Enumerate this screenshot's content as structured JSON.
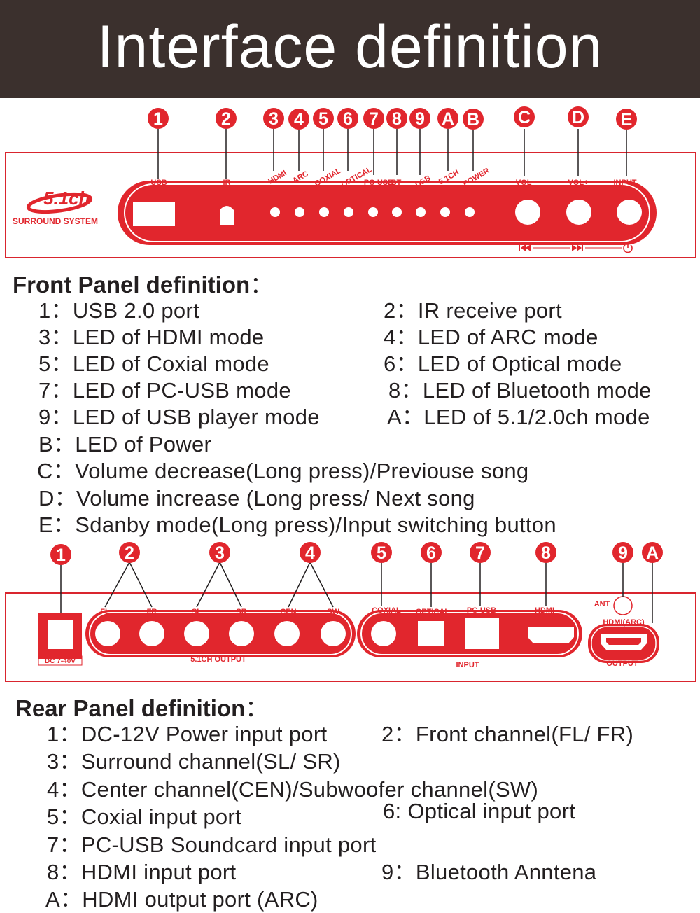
{
  "header": {
    "title": "Interface definition"
  },
  "colors": {
    "red": "#e1262d",
    "dark": "#3b302d",
    "outline": "#d9252e"
  },
  "front": {
    "logo": {
      "mark": "5.1ch",
      "text": "SURROUND SYSTEM"
    },
    "markers": [
      "1",
      "2",
      "3",
      "4",
      "5",
      "6",
      "7",
      "8",
      "9",
      "A",
      "B",
      "C",
      "D",
      "E"
    ],
    "labels": {
      "usb": "USB",
      "ir": "IR",
      "hdmi": "HDMI",
      "arc": "ARC",
      "coxial": "COXIAL",
      "optical": "OPTICAL",
      "pcusb": "PC-USB",
      "bt": "BT",
      "usb2": "USB",
      "ch51": "5.1CH",
      "power": "POWER",
      "vol_minus": "VOL-",
      "vol_plus": "VOL+",
      "input": "INPUT"
    },
    "icons": [
      "prev-icon",
      "next-icon",
      "power-icon"
    ],
    "section_title": "Front Panel definition",
    "section_colon": "：",
    "definitions": [
      {
        "key": "1",
        "sep": "：",
        "text": "USB 2.0 port"
      },
      {
        "key": "2",
        "sep": "：",
        "text": "IR receive port"
      },
      {
        "key": "3",
        "sep": "：",
        "text": "LED of HDMI mode"
      },
      {
        "key": "4",
        "sep": "：",
        "text": "LED of ARC mode"
      },
      {
        "key": "5",
        "sep": "：",
        "text": "LED of Coxial mode"
      },
      {
        "key": "6",
        "sep": "：",
        "text": "LED of Optical mode"
      },
      {
        "key": "7",
        "sep": "：",
        "text": "LED of PC-USB mode"
      },
      {
        "key": "8",
        "sep": "：",
        "text": "LED of Bluetooth mode"
      },
      {
        "key": "9",
        "sep": "：",
        "text": "LED of USB player mode"
      },
      {
        "key": "A",
        "sep": "：",
        "text": "LED of 5.1/2.0ch mode"
      },
      {
        "key": "B",
        "sep": "：",
        "text": "LED of Power"
      },
      {
        "key": "C",
        "sep": "：",
        "text": "Volume decrease(Long press)/Previouse song"
      },
      {
        "key": "D",
        "sep": "：",
        "text": "Volume increase (Long press/ Next song"
      },
      {
        "key": "E",
        "sep": "：",
        "text": "Sdanby mode(Long press)/Input switching button"
      }
    ]
  },
  "rear": {
    "markers": [
      "1",
      "2",
      "3",
      "4",
      "5",
      "6",
      "7",
      "8",
      "9",
      "A"
    ],
    "labels": {
      "dc": "DC 7-40V",
      "fl": "FL",
      "fr": "FR",
      "sl": "SL",
      "sr": "SR",
      "cen": "CEN",
      "sw": "SW",
      "output51": "5.1CH OUTPUT",
      "coxial": "COXIAL",
      "optical": "OPTICAL",
      "pcusb": "PC-USB",
      "hdmi": "HDMI",
      "input": "INPUT",
      "ant": "ANT",
      "hdmiarc": "HDMI(ARC)",
      "output": "OUTPUT"
    },
    "section_title": "Rear Panel definition",
    "section_colon": "：",
    "definitions": [
      {
        "key": "1",
        "sep": "：",
        "text": "DC-12V Power input port"
      },
      {
        "key": "2",
        "sep": "：",
        "text": "Front channel(FL/ FR)"
      },
      {
        "key": "3",
        "sep": "：",
        "text": "Surround channel(SL/ SR)"
      },
      {
        "key": "4",
        "sep": "：",
        "text": "Center channel(CEN)/Subwoofer channel(SW)"
      },
      {
        "key": "5",
        "sep": "：",
        "text": "Coxial input port"
      },
      {
        "key": "6",
        "sep": ": ",
        "text": "Optical input port"
      },
      {
        "key": "7",
        "sep": "：",
        "text": "PC-USB Soundcard input port"
      },
      {
        "key": "8",
        "sep": "：",
        "text": "HDMI input port"
      },
      {
        "key": "9",
        "sep": "：",
        "text": "Bluetooth Anntena"
      },
      {
        "key": "A",
        "sep": "：",
        "text": "HDMI output port (ARC)"
      }
    ]
  }
}
